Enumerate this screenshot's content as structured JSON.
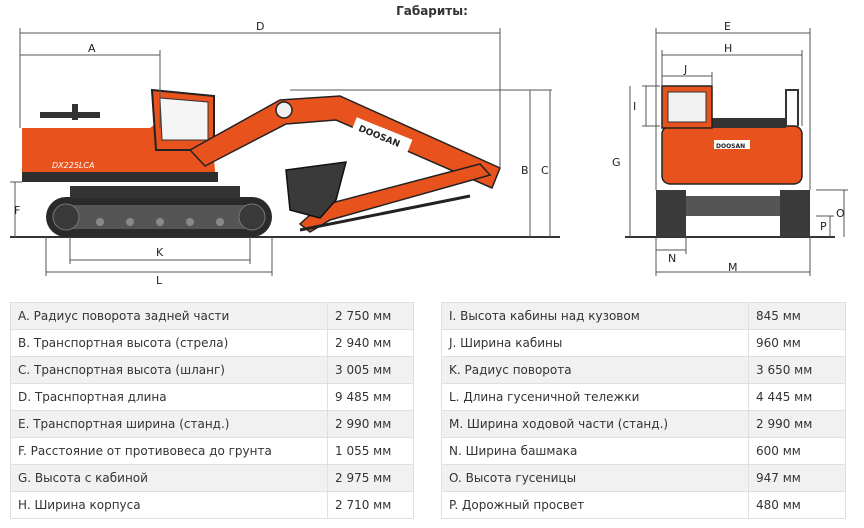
{
  "heading": "Габариты:",
  "diagram": {
    "model_badge": "DX225LCA",
    "brand": "DOOSAN",
    "dimension_letters": [
      "A",
      "B",
      "C",
      "D",
      "E",
      "F",
      "G",
      "H",
      "I",
      "J",
      "K",
      "L",
      "M",
      "N",
      "O",
      "P"
    ],
    "colors": {
      "body": "#e8521d",
      "dark": "#2a2a2a",
      "line": "#555555"
    }
  },
  "left_table": [
    {
      "label": "A. Радиус поворота задней части",
      "value": "2 750 мм"
    },
    {
      "label": "B. Транспортная высота (стрела)",
      "value": "2 940 мм"
    },
    {
      "label": "C. Транспортная высота (шланг)",
      "value": "3 005 мм"
    },
    {
      "label": "D. Траснпортная длина",
      "value": "9 485 мм"
    },
    {
      "label": "E. Транспортная ширина (станд.)",
      "value": "2 990 мм"
    },
    {
      "label": "F. Расстояние от противовеса до грунта",
      "value": "1 055 мм"
    },
    {
      "label": "G. Высота с кабиной",
      "value": "2 975 мм"
    },
    {
      "label": "H. Ширина корпуса",
      "value": "2 710 мм"
    }
  ],
  "right_table": [
    {
      "label": "I. Высота кабины над кузовом",
      "value": "845 мм"
    },
    {
      "label": "J. Ширина кабины",
      "value": "960 мм"
    },
    {
      "label": "K. Радиус поворота",
      "value": "3 650 мм"
    },
    {
      "label": "L. Длина гусеничной тележки",
      "value": "4 445 мм"
    },
    {
      "label": "M. Ширина ходовой части (станд.)",
      "value": "2 990 мм"
    },
    {
      "label": "N. Ширина башмака",
      "value": "600 мм"
    },
    {
      "label": "O. Высота гусеницы",
      "value": "947 мм"
    },
    {
      "label": "P. Дорожный просвет",
      "value": "480 мм"
    }
  ]
}
